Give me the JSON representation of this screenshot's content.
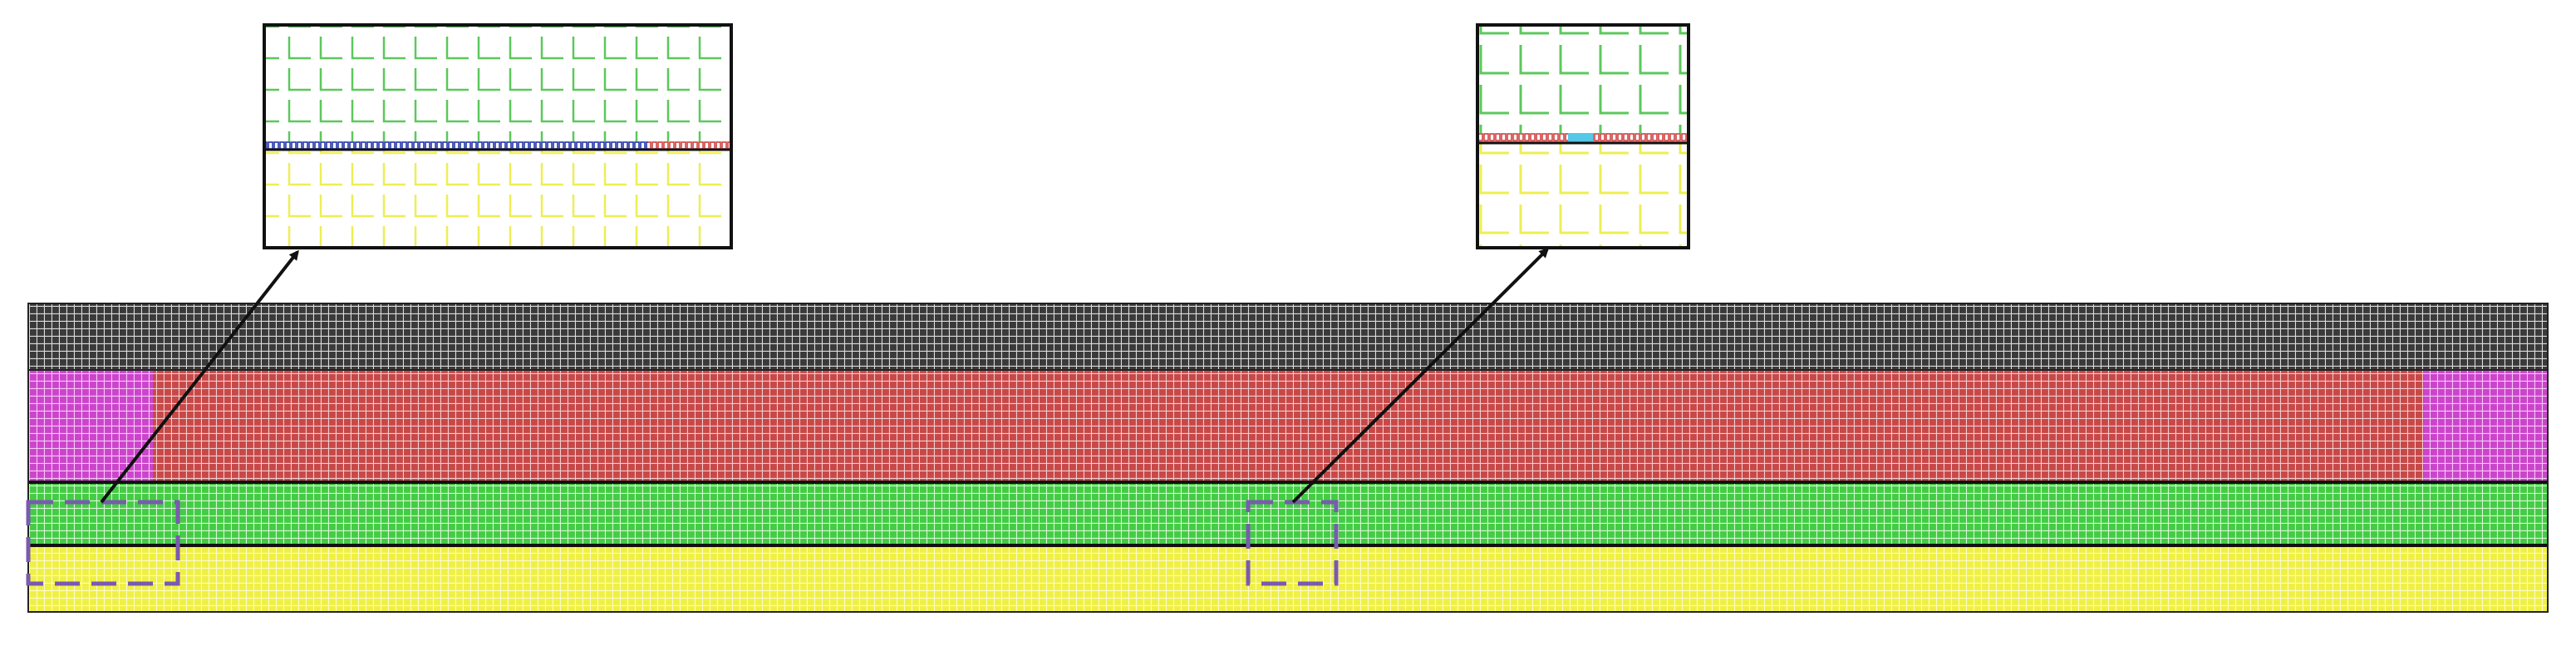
{
  "figure": {
    "type": "finite-element mesh cross-section",
    "layers": [
      {
        "name": "top-dense-mesh-layer",
        "color": "#3a3a3a",
        "grid_line_color": "#dddddd"
      },
      {
        "name": "red-active-layer",
        "color": "#c84848",
        "grid_line_color": "#f0c8c8"
      },
      {
        "name": "magenta-edge-regions",
        "color": "#cc44cc",
        "grid_line_color": "#f4c4f4"
      },
      {
        "name": "green-layer",
        "color": "#44cc44",
        "grid_line_color": "#d4f6d4"
      },
      {
        "name": "yellow-layer",
        "color": "#f0f044",
        "grid_line_color": "#fbfbc8"
      }
    ],
    "interface_line_color": "#111111",
    "zoom_box_color": "#7a5ab0",
    "arrow_color": "#111111",
    "zoom_insets": [
      {
        "name": "left-corner-detail",
        "upper_color": "#5cc85c",
        "thin_line_colors": [
          "#2233aa",
          "#d04040"
        ],
        "lower_color": "#eeee55"
      },
      {
        "name": "center-detail",
        "upper_color": "#5cc85c",
        "thin_line_colors": [
          "#d04040",
          "#33aadd"
        ],
        "lower_color": "#eeee55"
      }
    ]
  }
}
